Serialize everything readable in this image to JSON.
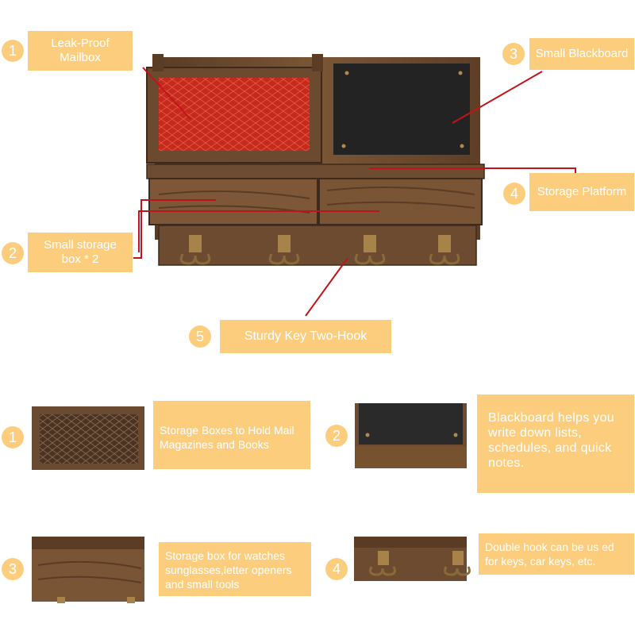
{
  "callouts": {
    "c1": {
      "num": "1",
      "text": "Leak-Proof Mailbox"
    },
    "c2": {
      "num": "2",
      "text": "Small storage box * 2"
    },
    "c3": {
      "num": "3",
      "text": "Small Blackboard"
    },
    "c4": {
      "num": "4",
      "text": "Storage Platform"
    },
    "c5": {
      "num": "5",
      "text": "Sturdy Key Two-Hook"
    }
  },
  "features": [
    {
      "num": "1",
      "text": "Storage Boxes to Hold Mail Magazines and Books"
    },
    {
      "num": "2",
      "text": "Blackboard helps you write down lists, schedules, and quick notes."
    },
    {
      "num": "3",
      "text": "Storage box for watches sunglasses,letter openers and small tools"
    },
    {
      "num": "4",
      "text": "Double hook can be us ed for keys, car keys, etc."
    }
  ],
  "colors": {
    "label": "#fdcd7e",
    "pointer": "#c0141a",
    "wood": "#6b4a30",
    "mesh": "#c9281c",
    "board": "#1f1f1f"
  }
}
